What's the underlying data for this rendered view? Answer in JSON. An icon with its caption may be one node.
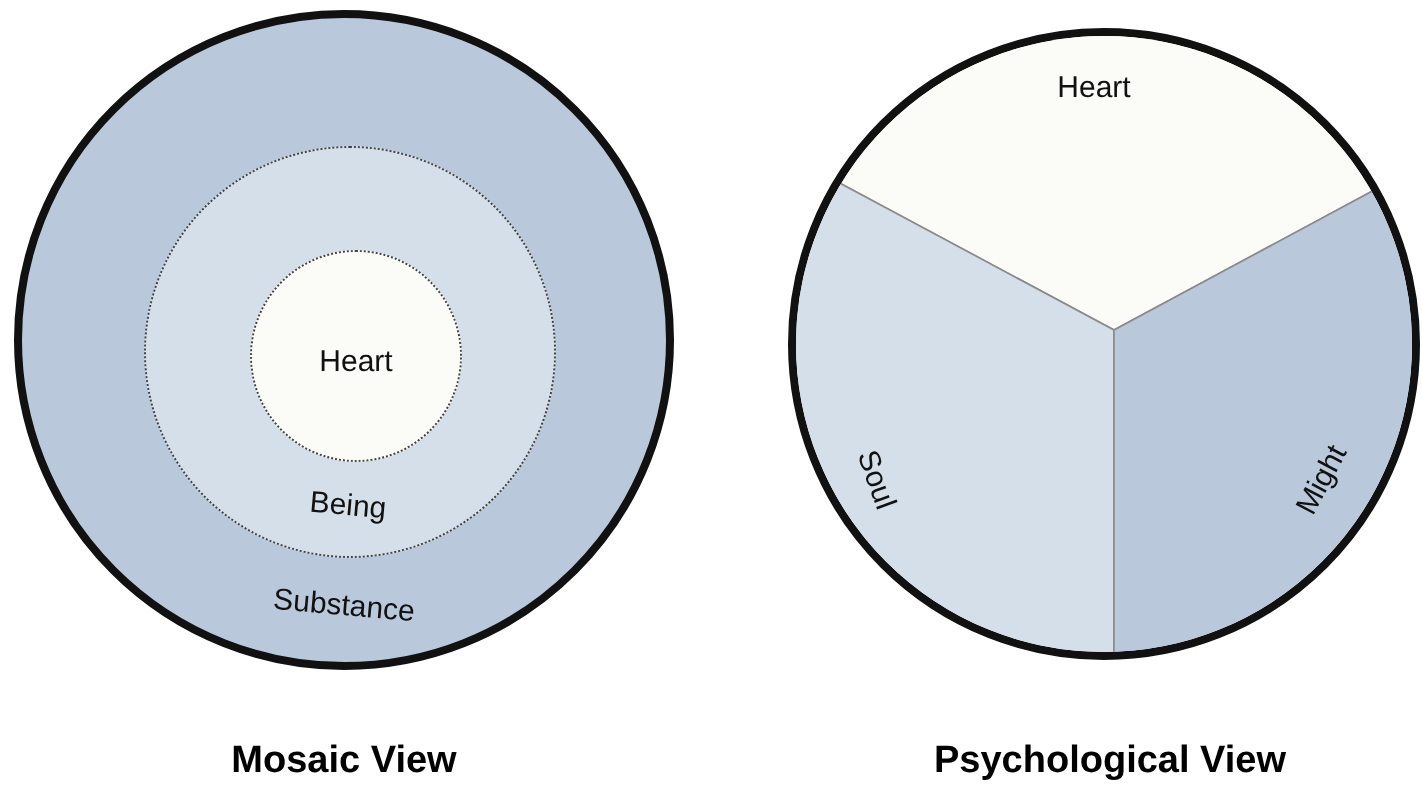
{
  "diagram": {
    "nodes": [
      {
        "text": [
          "Substance"
        ]
      },
      {
        "text": [
          "Being"
        ],
        "in": 0
      },
      {
        "text": [
          "Heart"
        ],
        "in": 1
      },
      {
        "text": [],
        "shape": "circle"
      },
      {
        "text": [
          "Heart"
        ],
        "in": 3
      },
      {
        "text": [
          "Soul"
        ],
        "in": 3
      },
      {
        "text": [
          "Might"
        ],
        "in": 3
      }
    ],
    "labels": [
      "Mosaic View",
      "Psychological View"
    ]
  }
}
